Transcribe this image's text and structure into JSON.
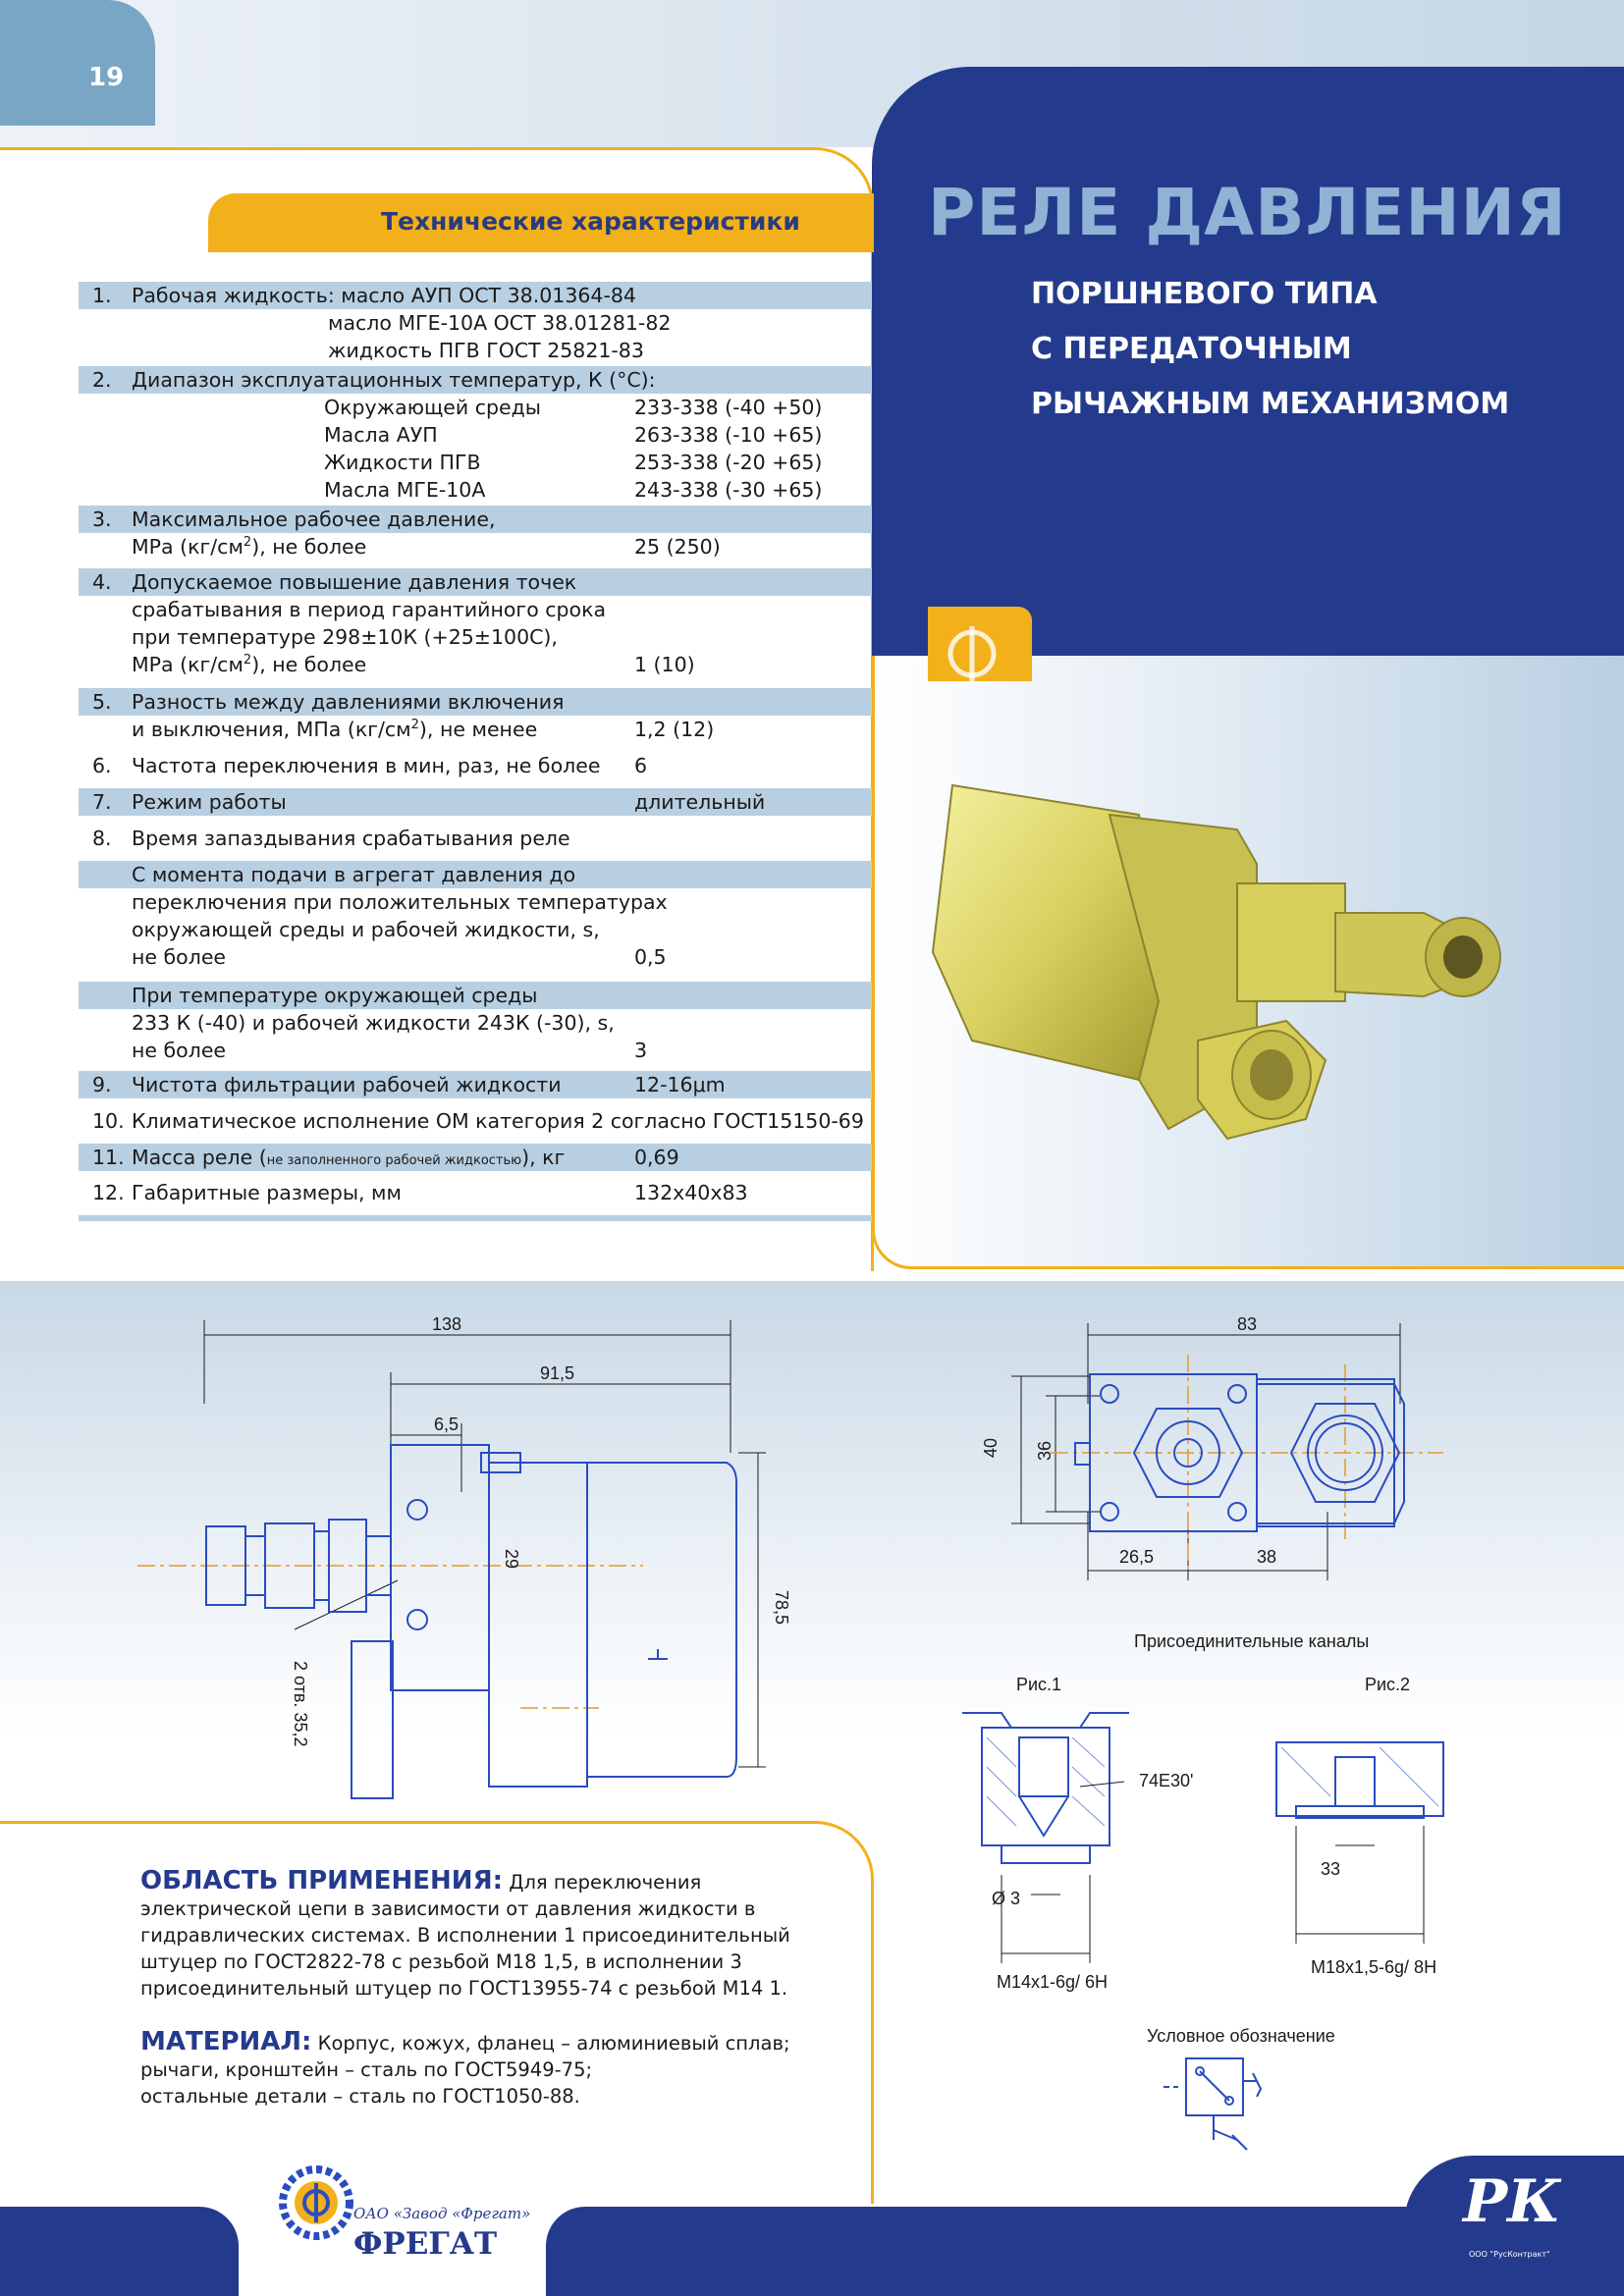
{
  "page_number": "19",
  "header": {
    "title": "РЕЛЕ ДАВЛЕНИЯ",
    "subtitle_lines": [
      "ПОРШНЕВОГО ТИПА",
      "С ПЕРЕДАТОЧНЫМ",
      "РЫЧАЖНЫМ МЕХАНИЗМОМ"
    ]
  },
  "specs": {
    "heading": "Технические характеристики",
    "s1": {
      "num": "1.",
      "label": "Рабочая жидкость: масло АУП ОСТ 38.01364-84",
      "l2": "масло МГЕ-10А ОСТ 38.01281-82",
      "l3": "жидкость ПГВ ГОСТ 25821-83"
    },
    "s2": {
      "num": "2.",
      "label": "Диапазон эксплуатационных температур, К (°С):",
      "rows": [
        {
          "name": "Окружающей среды",
          "value": "233-338 (-40 +50)"
        },
        {
          "name": "Масла АУП",
          "value": "263-338 (-10 +65)"
        },
        {
          "name": "Жидкости ПГВ",
          "value": "253-338 (-20 +65)"
        },
        {
          "name": "Масла МГЕ-10А",
          "value": "243-338 (-30 +65)"
        }
      ]
    },
    "s3": {
      "num": "3.",
      "l1": "Максимальное рабочее давление,",
      "l2a": "МРа (кг/см",
      "sup": "2",
      "l2b": "), не более",
      "value": "25 (250)"
    },
    "s4": {
      "num": "4.",
      "l1": "Допускаемое повышение давления точек",
      "l2": "срабатывания в период гарантийного срока",
      "l3": "при температуре 298±10К (+25±100С),",
      "l4a": "МРа (кг/см",
      "sup": "2",
      "l4b": "), не более",
      "value": "1 (10)"
    },
    "s5": {
      "num": "5.",
      "l1": "Разность между давлениями включения",
      "l2a": "и выключения, МПа (кг/см",
      "sup": "2",
      "l2b": "), не менее",
      "value": "1,2 (12)"
    },
    "s6": {
      "num": "6.",
      "label": "Частота переключения в мин, раз, не более",
      "value": "6"
    },
    "s7": {
      "num": "7.",
      "label": "Режим работы",
      "value": "длительный"
    },
    "s8": {
      "num": "8.",
      "label": "Время запаздывания срабатывания реле"
    },
    "s8a": {
      "l1": "С момента подачи в агрегат давления до",
      "l2": "переключения при положительных температурах",
      "l3": "окружающей среды и рабочей жидкости, s,",
      "l4": "не более",
      "value": "0,5"
    },
    "s8b": {
      "l1": "При температуре окружающей среды",
      "l2": "233 К (-40) и рабочей жидкости 243К (-30), s,",
      "l3": "не более",
      "value": "3"
    },
    "s9": {
      "num": "9.",
      "label": "Чистота фильтрации рабочей жидкости",
      "value": "12-16μm"
    },
    "s10": {
      "num": "10.",
      "label": "Климатическое исполнение ОМ категория 2 согласно ГОСТ15150-69"
    },
    "s11": {
      "num": "11.",
      "label_a": "Масса реле (",
      "small": "не заполненного рабочей жидкостью",
      "label_b": "), кг",
      "value": "0,69"
    },
    "s12": {
      "num": "12.",
      "label": "Габаритные размеры, мм",
      "value": "132x40x83"
    }
  },
  "drawing_left": {
    "dims": [
      "138",
      "91,5",
      "6,5",
      "29",
      "78,5"
    ],
    "hole_note": "2 отв. 35,2"
  },
  "drawing_right": {
    "dims": [
      "83",
      "40",
      "36",
      "26,5",
      "38"
    ]
  },
  "channels": {
    "title": "Присоединительные каналы",
    "fig1": "Рис.1",
    "fig2": "Рис.2",
    "angle": "74E30'",
    "d1": "Ø 3",
    "thread1": "M14x1-6g/ 6H",
    "d2": "33",
    "thread2": "M18x1,5-6g/ 8H",
    "symbol_title": "Условное обозначение"
  },
  "application": {
    "heading": "ОБЛАСТЬ ПРИМЕНЕНИЯ:",
    "l1": "Для переключения",
    "l2": "электрической цепи в зависимости от давления жидкости в",
    "l3": "гидравлических системах. В исполнении 1 присоединительный",
    "l4": "штуцер по ГОСТ2822-78 с резьбой М18 1,5, в исполнении 3",
    "l5": "присоединительный штуцер по ГОСТ13955-74 с резьбой М14 1."
  },
  "material": {
    "heading": "МАТЕРИАЛ:",
    "l1": "Корпус, кожух, фланец – алюминиевый сплав;",
    "l2": "рычаги, кронштейн – сталь по ГОСТ5949-75;",
    "l3": "остальные детали – сталь по ГОСТ1050-88."
  },
  "footer": {
    "company_sub": "ОАО «Завод «Фрегат»",
    "company_name": "ФРЕГАТ",
    "partner_logo": "РК",
    "partner_caption": "ООО \"РусКонтракт\""
  },
  "colors": {
    "navy": "#243a8c",
    "accent": "#f2b01a",
    "shade": "#b8cfe2",
    "drawing": "#2a4cc0"
  }
}
